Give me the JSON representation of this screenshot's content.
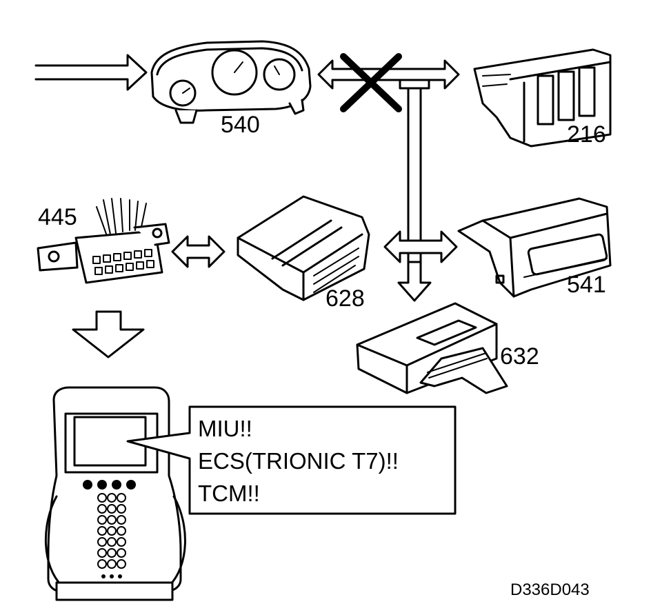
{
  "components": {
    "instrument_cluster": "540",
    "climate_control": "216",
    "diagnostic_connector": "445",
    "engine_control": "628",
    "info_display": "541",
    "transmission_control": "632"
  },
  "message": {
    "line1": "MIU!!",
    "line2": "ECS(TRIONIC T7)!!",
    "line3": "TCM!!"
  },
  "figure_code": "D336D043"
}
